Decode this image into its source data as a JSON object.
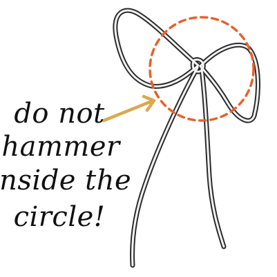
{
  "note": {
    "lines": [
      "do not",
      "hammer",
      "inside the",
      "circle!"
    ]
  },
  "colors": {
    "wire_outline": "#2b2b2b",
    "wire_fill": "#f2f2f2",
    "circle_dash": "#e8602c",
    "arrow": "#d9a94e",
    "text": "#111111",
    "background": "#ffffff"
  },
  "icons": {
    "bow": "wire-bow-icon",
    "arrow": "pointer-arrow-icon"
  }
}
